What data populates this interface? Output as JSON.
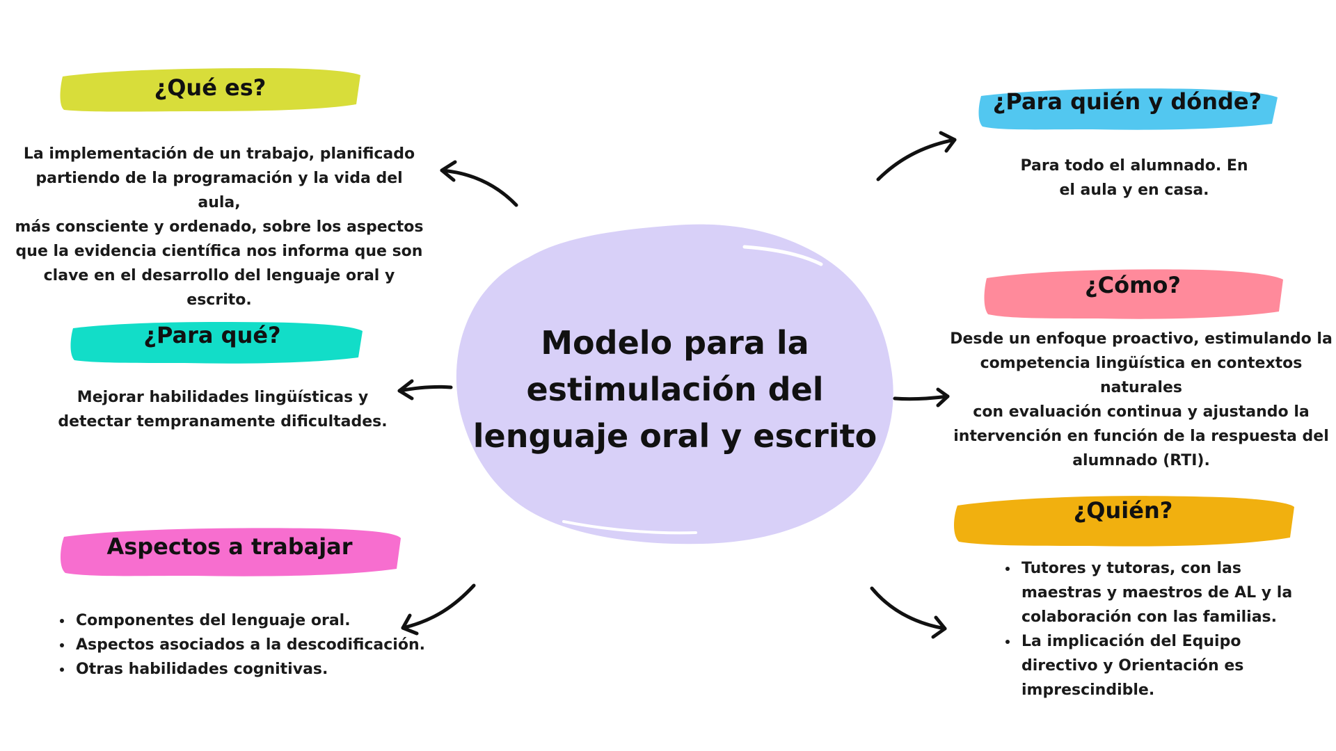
{
  "center": {
    "title_lines": [
      "Modelo para la",
      "estimulación del",
      "lenguaje oral y escrito"
    ],
    "blob_color": "#d8d0f8"
  },
  "sections": {
    "que_es": {
      "heading": "¿Qué es?",
      "color": "#d8dd3a",
      "lines": [
        "La implementación de un trabajo, planificado",
        "partiendo de la programación y la vida del aula,",
        "más consciente y ordenado, sobre los aspectos",
        "que la evidencia científica nos informa que son",
        "clave en el desarrollo del lenguaje oral y escrito."
      ]
    },
    "para_que": {
      "heading": "¿Para qué?",
      "color": "#12ddc8",
      "lines": [
        "Mejorar habilidades lingüísticas y",
        "detectar tempranamente dificultades."
      ]
    },
    "aspectos": {
      "heading": "Aspectos a trabajar",
      "color": "#f76ecf",
      "items": [
        "Componentes del lenguaje oral.",
        "Aspectos asociados a la descodificación.",
        "Otras habilidades cognitivas."
      ]
    },
    "para_quien": {
      "heading": "¿Para quién y dónde?",
      "color": "#52c7f0",
      "lines": [
        "Para todo el alumnado. En",
        "el aula y en casa."
      ]
    },
    "como": {
      "heading": "¿Cómo?",
      "color": "#ff8a9b",
      "lines": [
        "Desde un enfoque proactivo, estimulando la",
        "competencia lingüística en contextos naturales",
        "con evaluación continua y ajustando la",
        "intervención en función de la respuesta del",
        "alumnado (RTI)."
      ]
    },
    "quien": {
      "heading": "¿Quién?",
      "color": "#f1b00f",
      "items": [
        [
          "Tutores y tutoras, con las",
          "maestras y maestros de AL y la",
          "colaboración con las familias."
        ],
        [
          "La implicación del Equipo",
          "directivo y Orientación es",
          "imprescindible."
        ]
      ]
    }
  }
}
